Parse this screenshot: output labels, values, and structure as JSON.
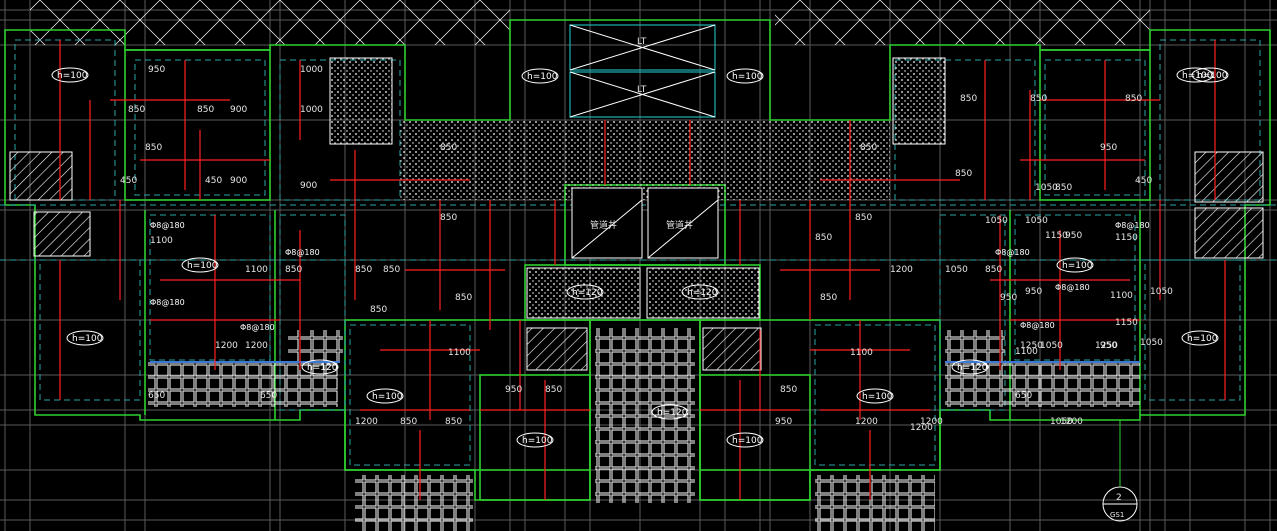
{
  "colors": {
    "background": "#000000",
    "grid": "#5a5a5a",
    "wall": "#2fd02f",
    "beam": "#2aa6a6",
    "rebar": "#ff2020",
    "text": "#e6e6e6",
    "tile": "#3a78d8"
  },
  "slab_labels": [
    {
      "text": "h=100"
    },
    {
      "text": "h=100"
    },
    {
      "text": "h=100"
    },
    {
      "text": "h=100"
    },
    {
      "text": "h=100"
    },
    {
      "text": "h=100"
    },
    {
      "text": "h=100"
    },
    {
      "text": "h=100"
    },
    {
      "text": "h=100"
    },
    {
      "text": "h=100"
    },
    {
      "text": "h=100"
    },
    {
      "text": "h=100"
    },
    {
      "text": "h=100"
    },
    {
      "text": "h=120"
    },
    {
      "text": "h=120"
    },
    {
      "text": "h=120"
    },
    {
      "text": "h=120"
    },
    {
      "text": "h=120"
    }
  ],
  "dimensions": [
    "950",
    "850",
    "850",
    "900",
    "1000",
    "1000",
    "850",
    "450",
    "450",
    "900",
    "900",
    "1100",
    "1100",
    "850",
    "850",
    "850",
    "850",
    "850",
    "850",
    "1200",
    "1200",
    "1100",
    "1100",
    "850",
    "850",
    "850",
    "950",
    "850",
    "1050",
    "950",
    "1050",
    "1100",
    "1200",
    "950",
    "1050",
    "1050",
    "950",
    "1100",
    "1200",
    "1050",
    "1050",
    "1050",
    "1050",
    "850",
    "850",
    "850",
    "850",
    "950",
    "850",
    "450",
    "850",
    "850",
    "1150",
    "1150",
    "1150",
    "1250",
    "1250",
    "650",
    "650",
    "650",
    "950",
    "850",
    "850",
    "850",
    "1200",
    "1200",
    "1200",
    "1200",
    "950",
    "850"
  ],
  "rebar_labels": [
    "Φ8@180",
    "Φ8@180",
    "Φ8@180",
    "Φ8@180",
    "Φ8@180",
    "Φ8@180",
    "Φ8@180",
    "Φ8@180"
  ],
  "elevator_labels": [
    "LT",
    "LT"
  ],
  "axis_bubble": {
    "number": "2",
    "code": "GS1"
  },
  "shaft_labels": [
    "管道井",
    "管道井"
  ]
}
